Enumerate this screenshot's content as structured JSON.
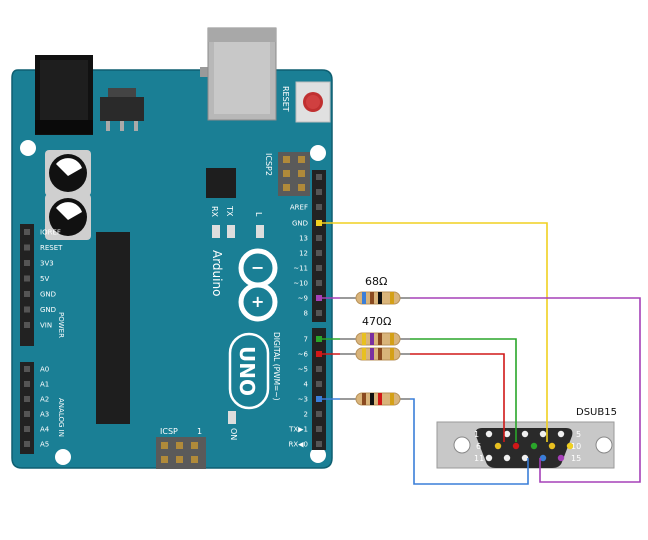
{
  "colors": {
    "board": "#1a7f95",
    "board_edge": "#0e5f71",
    "header": "#222222",
    "wire_gnd": "#f0d020",
    "wire_9": "#a540b8",
    "wire_7": "#2aa62a",
    "wire_6": "#d01818",
    "wire_3": "#3a7ed8",
    "resistor_body": "#d9b47a",
    "dsub_plate": "#c8c8c8",
    "dsub_shell": "#2a2a2a"
  },
  "board": {
    "brand": "Arduino",
    "model": "UNO",
    "reset_label": "RESET",
    "icsp2_label": "ICSP2",
    "icsp_label": "ICSP",
    "icsp_pin1": "1",
    "on_label": "ON",
    "tx_label": "TX",
    "rx_label": "RX",
    "l_label": "L",
    "digital_label": "DIGITAL (PWM=~)",
    "power_label": "POWER",
    "analog_label": "ANALOG IN",
    "right_header": [
      {
        "label": "AREF",
        "pin": "aref"
      },
      {
        "label": "GND",
        "pin": "gnd"
      },
      {
        "label": "13",
        "pin": "13"
      },
      {
        "label": "12",
        "pin": "12"
      },
      {
        "label": "~11",
        "pin": "11"
      },
      {
        "label": "~10",
        "pin": "10"
      },
      {
        "label": "~9",
        "pin": "9"
      },
      {
        "label": "8",
        "pin": "8"
      },
      {
        "label": "7",
        "pin": "7"
      },
      {
        "label": "~6",
        "pin": "6"
      },
      {
        "label": "~5",
        "pin": "5"
      },
      {
        "label": "4",
        "pin": "4"
      },
      {
        "label": "~3",
        "pin": "3"
      },
      {
        "label": "2",
        "pin": "2"
      },
      {
        "label": "TX▶1",
        "pin": "1"
      },
      {
        "label": "RX◀0",
        "pin": "0"
      }
    ],
    "power_header": [
      "IOREF",
      "RESET",
      "3V3",
      "5V",
      "GND",
      "GND",
      "VIN"
    ],
    "analog_header": [
      "A0",
      "A1",
      "A2",
      "A3",
      "A4",
      "A5"
    ]
  },
  "resistors": [
    {
      "label": "68Ω",
      "pin": "9"
    },
    {
      "label": "470Ω",
      "pin": "7"
    },
    {
      "label": "",
      "pin": "6"
    },
    {
      "label": "",
      "pin": "3"
    }
  ],
  "connector": {
    "name": "DSUB15",
    "pin_numbers": {
      "p1": "1",
      "p5": "5",
      "p6": "6",
      "p10": "10",
      "p11": "11",
      "p15": "15"
    }
  }
}
